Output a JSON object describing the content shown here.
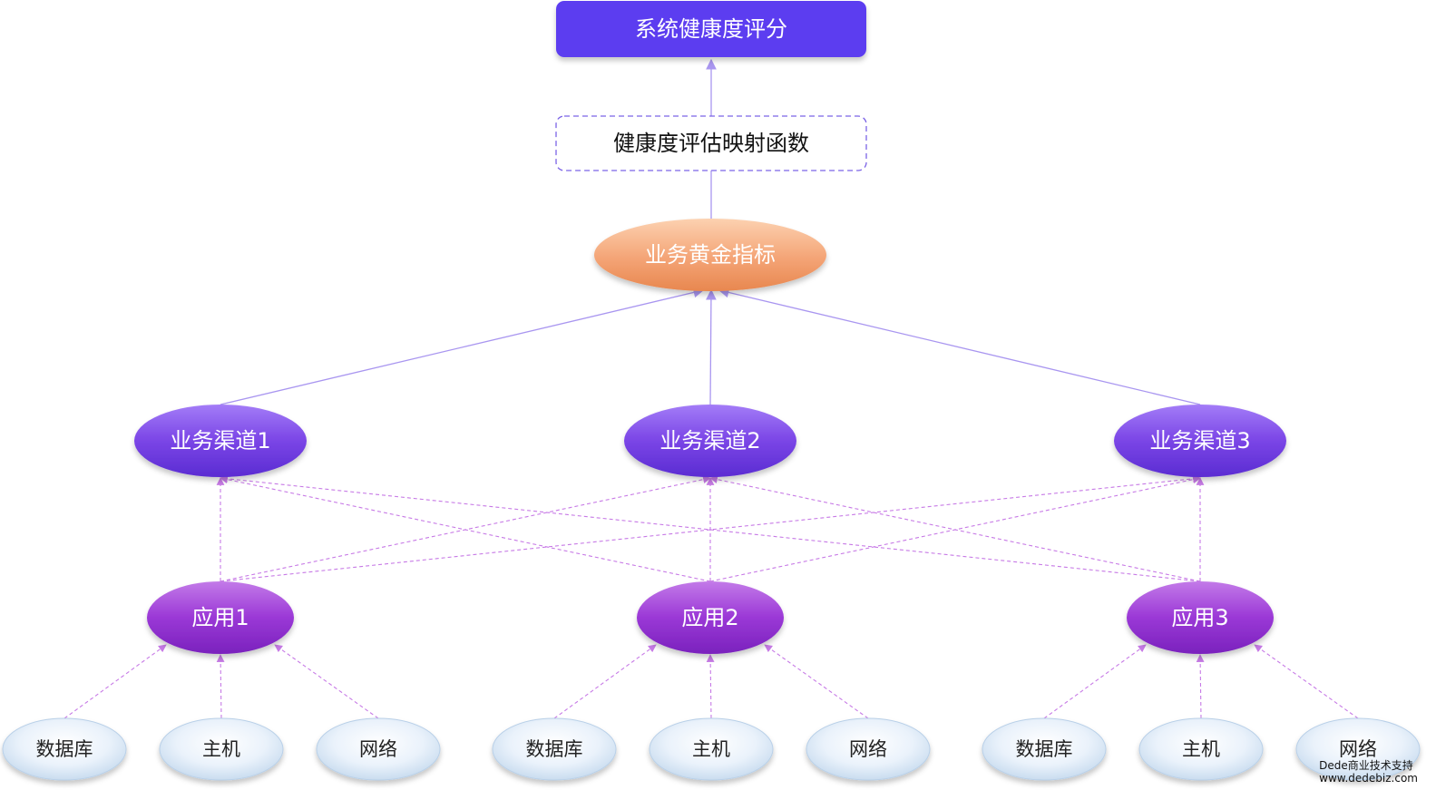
{
  "top_box": {
    "label": "系统健康度评分"
  },
  "mapping_box": {
    "label": "健康度评估映射函数"
  },
  "golden": {
    "label": "业务黄金指标"
  },
  "channels": [
    {
      "id": "ch1",
      "label": "业务渠道1"
    },
    {
      "id": "ch2",
      "label": "业务渠道2"
    },
    {
      "id": "ch3",
      "label": "业务渠道3"
    }
  ],
  "apps": [
    {
      "id": "app1",
      "label": "应用1"
    },
    {
      "id": "app2",
      "label": "应用2"
    },
    {
      "id": "app3",
      "label": "应用3"
    }
  ],
  "resources": [
    {
      "id": "db1",
      "label": "数据库",
      "app": "app1"
    },
    {
      "id": "host1",
      "label": "主机",
      "app": "app1"
    },
    {
      "id": "net1",
      "label": "网络",
      "app": "app1"
    },
    {
      "id": "db2",
      "label": "数据库",
      "app": "app2"
    },
    {
      "id": "host2",
      "label": "主机",
      "app": "app2"
    },
    {
      "id": "net2",
      "label": "网络",
      "app": "app2"
    },
    {
      "id": "db3",
      "label": "数据库",
      "app": "app3"
    },
    {
      "id": "host3",
      "label": "主机",
      "app": "app3"
    },
    {
      "id": "net3",
      "label": "网络",
      "app": "app3"
    }
  ],
  "app_channel_links": [
    [
      "app1",
      "ch1"
    ],
    [
      "app1",
      "ch2"
    ],
    [
      "app1",
      "ch3"
    ],
    [
      "app2",
      "ch1"
    ],
    [
      "app2",
      "ch2"
    ],
    [
      "app2",
      "ch3"
    ],
    [
      "app3",
      "ch1"
    ],
    [
      "app3",
      "ch2"
    ],
    [
      "app3",
      "ch3"
    ]
  ],
  "watermark": {
    "line1": "Dede商业技术支持",
    "line2": "www.dedebiz.com"
  },
  "colors": {
    "top_box": "#5b3cf0",
    "golden": "#f4a476",
    "channel": "#7a45e6",
    "app": "#9a38d6",
    "resource": "#dbe9f7",
    "edge_solid": "#a996f0",
    "edge_dashed": "#c77ae6"
  }
}
